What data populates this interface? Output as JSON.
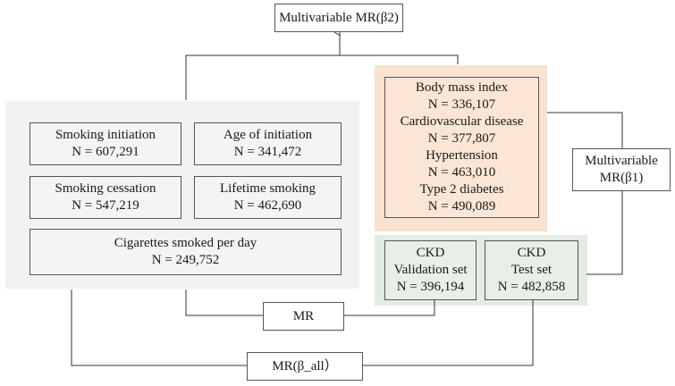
{
  "top_box": "Multivariable MR(β2)",
  "smoking_exposures": [
    {
      "name": "Smoking initiation",
      "n": "N = 607,291"
    },
    {
      "name": "Age of initiation",
      "n": "N = 341,472"
    },
    {
      "name": "Smoking cessation",
      "n": "N = 547,219"
    },
    {
      "name": "Lifetime smoking",
      "n": "N = 462,690"
    },
    {
      "name": "Cigarettes smoked per day",
      "n": "N = 249,752"
    }
  ],
  "mediators": [
    {
      "name": "Body mass index",
      "n": "N = 336,107"
    },
    {
      "name": "Cardiovascular disease",
      "n": "N = 377,807"
    },
    {
      "name": "Hypertension",
      "n": "N = 463,010"
    },
    {
      "name": "Type 2 diabetes",
      "n": "N = 490,089"
    }
  ],
  "right_box": {
    "line1": "Multivariable",
    "line2": "MR(β1)"
  },
  "ckd_validation": {
    "line1": "CKD",
    "line2": "Validation set",
    "n": "N = 396,194"
  },
  "ckd_test": {
    "line1": "CKD",
    "line2": "Test set",
    "n": "N = 482,858"
  },
  "mr_box": "MR",
  "mr_all_box": "MR(β_all）",
  "colors": {
    "peach_panel": "#f9e2d0",
    "grey_panel": "#f2f2f2",
    "mint_panel": "#e3ebe3"
  }
}
